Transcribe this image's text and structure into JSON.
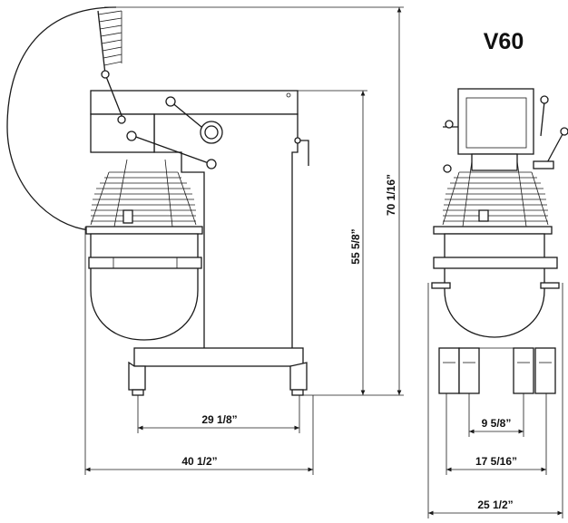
{
  "model": "V60",
  "side_view": {
    "overall_height": "70 1/16”",
    "column_height": "55 5/8”",
    "base_depth": "29 1/8”",
    "overall_depth": "40 1/2”"
  },
  "front_view": {
    "leg_spacing": "9 5/8”",
    "base_width": "17 5/16”",
    "overall_width": "25 1/2”"
  }
}
